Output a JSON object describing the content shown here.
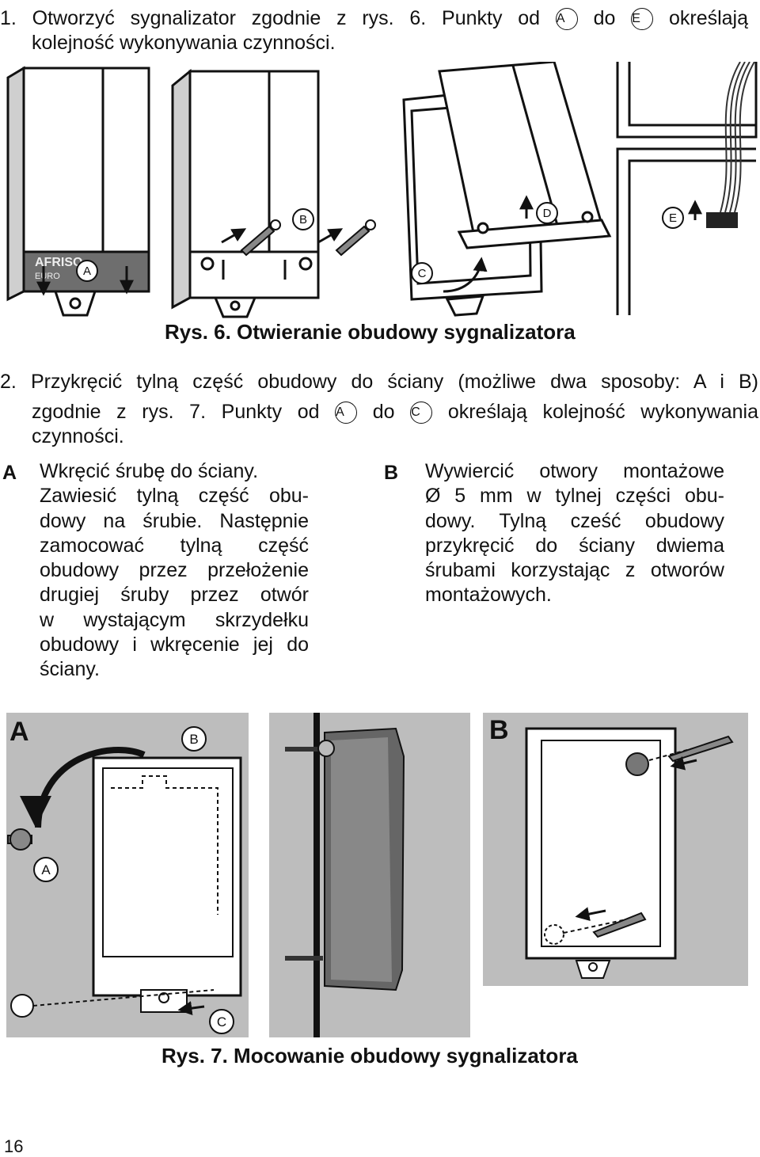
{
  "step1": {
    "number": "1.",
    "text_a": "Otworzyć sygnalizator zgodnie z rys. 6. Punkty od",
    "marker_from": "A",
    "mid": "do",
    "marker_to": "E",
    "text_b": "określają",
    "line2": "kolejność wykonywania czynności."
  },
  "fig6": {
    "caption": "Rys. 6. Otwieranie obudowy sygnalizatora",
    "labels": {
      "a": "A",
      "b": "B",
      "c": "C",
      "d": "D",
      "e": "E"
    },
    "brand_text": "AFRISO",
    "brand_sub": "EURO"
  },
  "step2": {
    "number": "2.",
    "line1": "Przykręcić tylną część obudowy do ściany (możliwe dwa sposoby: A i B)",
    "text_a": "zgodnie z rys. 7. Punkty od",
    "marker_from": "A",
    "mid": "do",
    "marker_to": "C",
    "text_b": "określają kolejność wykonywania",
    "line3": "czynności."
  },
  "optionA": {
    "label": "A",
    "lines": [
      "Wkręcić śrubę do ściany.",
      "Zawiesić tylną część obu-",
      "dowy na śrubie. Następnie",
      "zamocować tylną część",
      "obudowy przez przełożenie",
      "drugiej śruby przez otwór",
      "w wystającym skrzydełku",
      "obudowy i wkręcenie jej do",
      "ściany."
    ]
  },
  "optionB": {
    "label": "B",
    "lines": [
      "Wywiercić otwory montażowe",
      "Ø 5 mm w tylnej części obu-",
      "dowy. Tylną cześć obudowy",
      "przykręcić do ściany dwiema",
      "śrubami korzystając z otworów",
      "montażowych."
    ]
  },
  "fig7": {
    "caption": "Rys. 7. Mocowanie obudowy sygnalizatora",
    "panel_a_label": "A",
    "panel_b_label": "B",
    "labels": {
      "a": "A",
      "b": "B",
      "c": "C"
    }
  },
  "page_number": "16"
}
